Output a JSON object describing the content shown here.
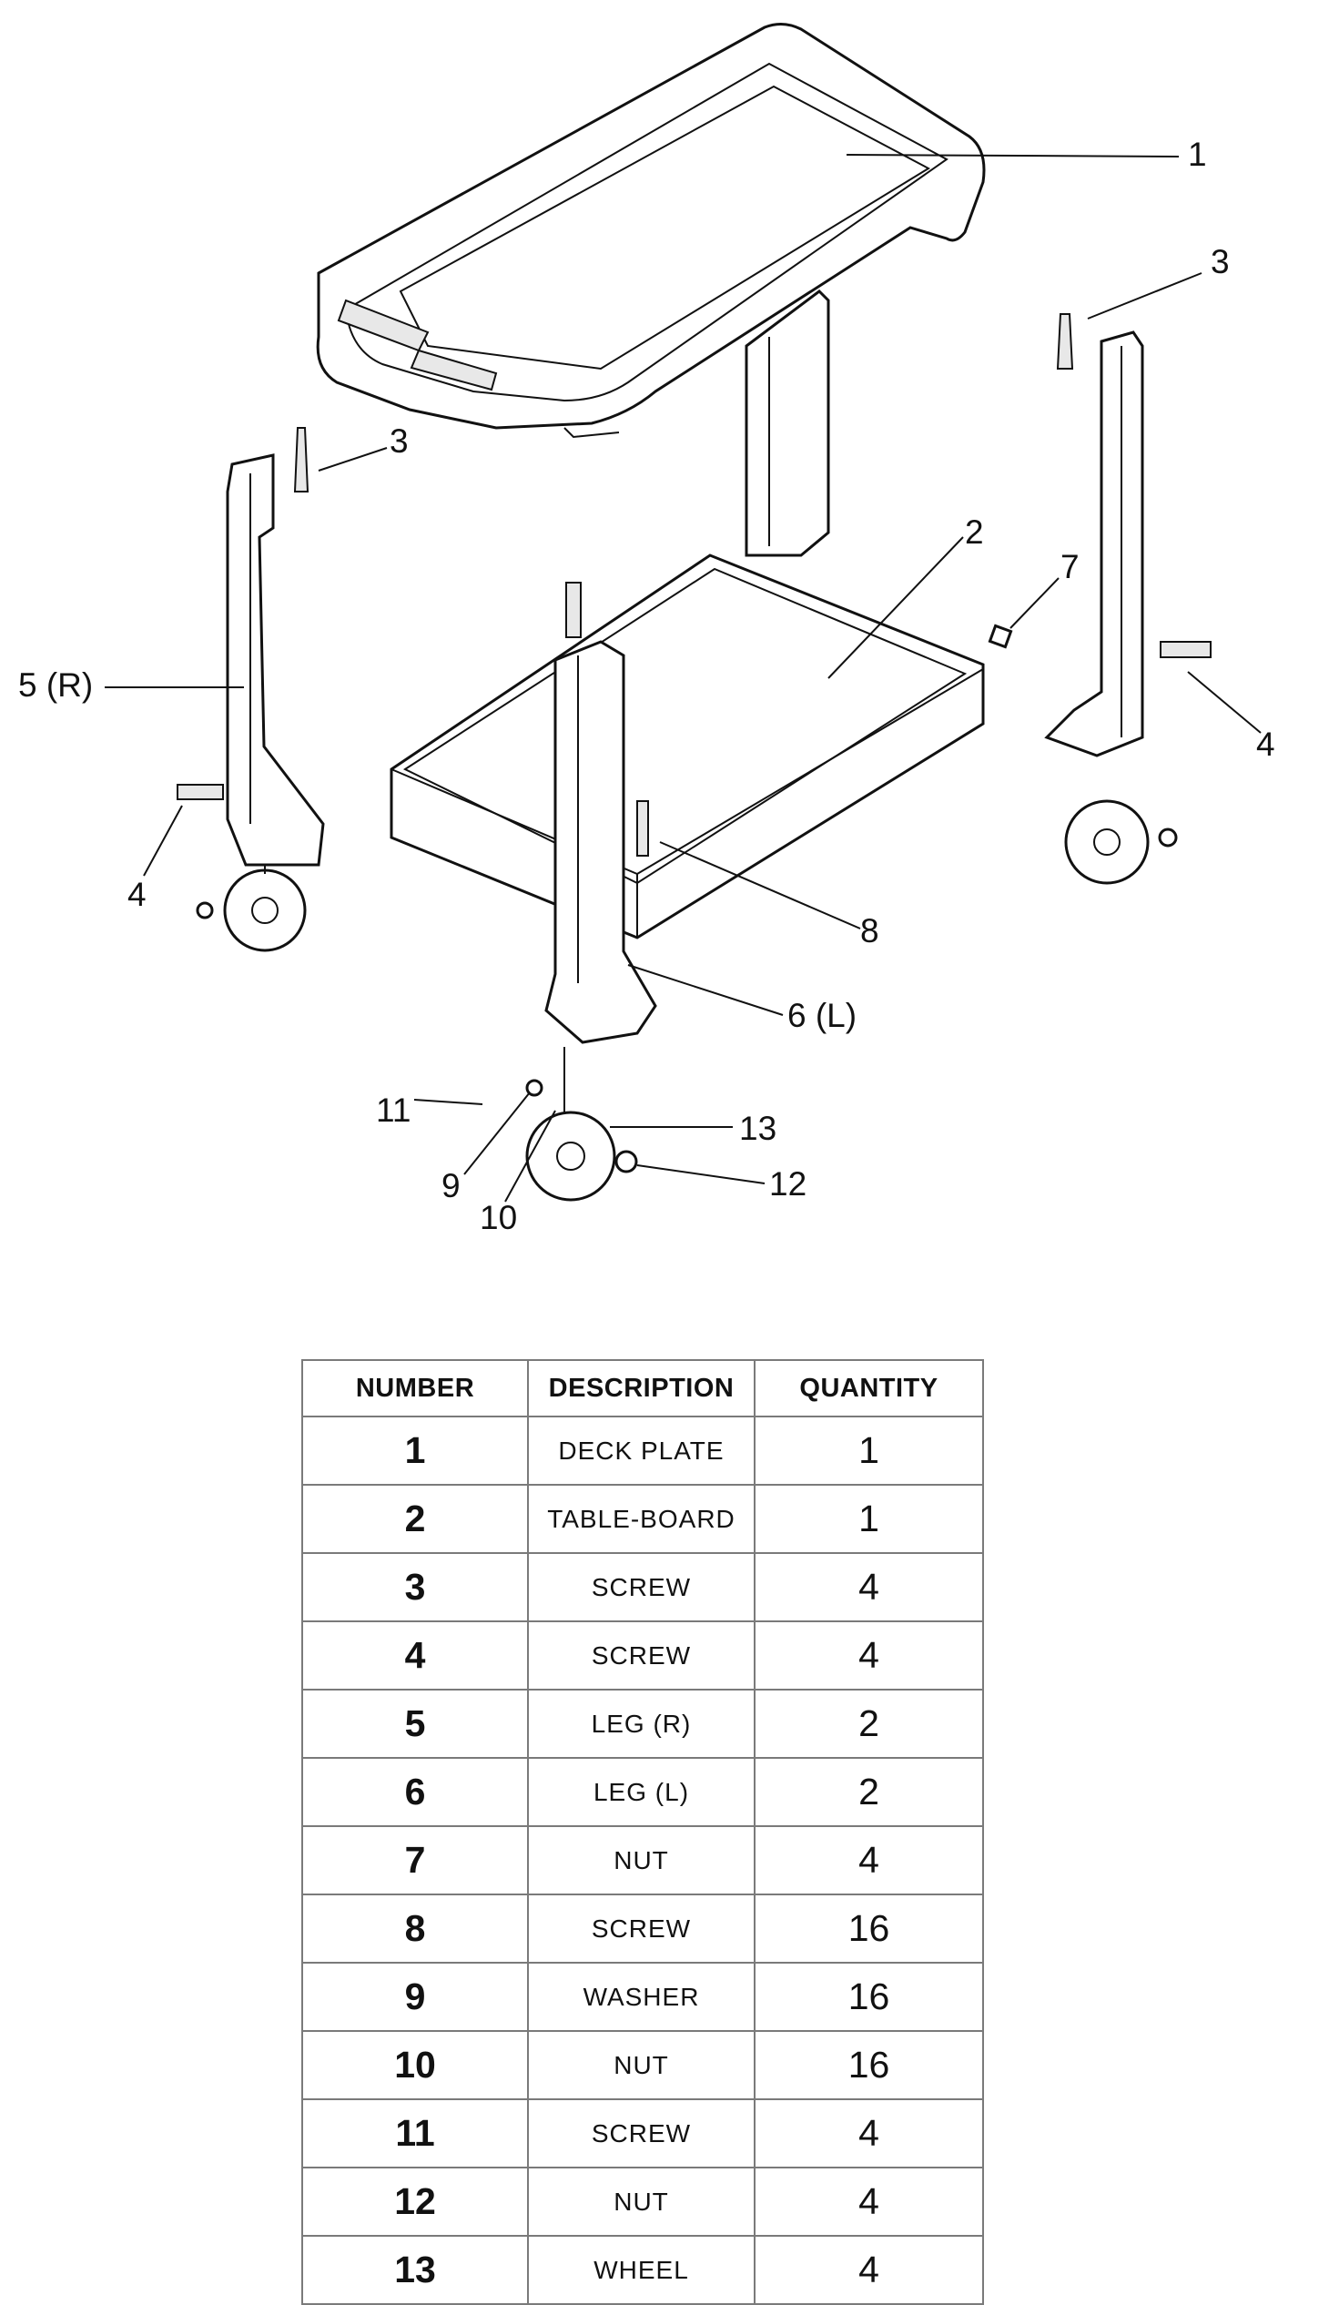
{
  "callouts": {
    "c1": "1",
    "c2": "2",
    "c3a": "3",
    "c3b": "3",
    "c4a": "4",
    "c4b": "4",
    "c5": "5 (R)",
    "c6": "6 (L)",
    "c7": "7",
    "c8": "8",
    "c9": "9",
    "c10": "10",
    "c11": "11",
    "c12": "12",
    "c13": "13"
  },
  "table": {
    "headers": {
      "number": "NUMBER",
      "description": "DESCRIPTION",
      "quantity": "QUANTITY"
    },
    "rows": [
      {
        "number": "1",
        "description": "DECK PLATE",
        "quantity": "1"
      },
      {
        "number": "2",
        "description": "TABLE-BOARD",
        "quantity": "1"
      },
      {
        "number": "3",
        "description": "SCREW",
        "quantity": "4"
      },
      {
        "number": "4",
        "description": "SCREW",
        "quantity": "4"
      },
      {
        "number": "5",
        "description": "LEG (R)",
        "quantity": "2"
      },
      {
        "number": "6",
        "description": "LEG (L)",
        "quantity": "2"
      },
      {
        "number": "7",
        "description": "NUT",
        "quantity": "4"
      },
      {
        "number": "8",
        "description": "SCREW",
        "quantity": "16"
      },
      {
        "number": "9",
        "description": "WASHER",
        "quantity": "16"
      },
      {
        "number": "10",
        "description": "NUT",
        "quantity": "16"
      },
      {
        "number": "11",
        "description": "SCREW",
        "quantity": "4"
      },
      {
        "number": "12",
        "description": "NUT",
        "quantity": "4"
      },
      {
        "number": "13",
        "description": "WHEEL",
        "quantity": "4"
      }
    ]
  }
}
